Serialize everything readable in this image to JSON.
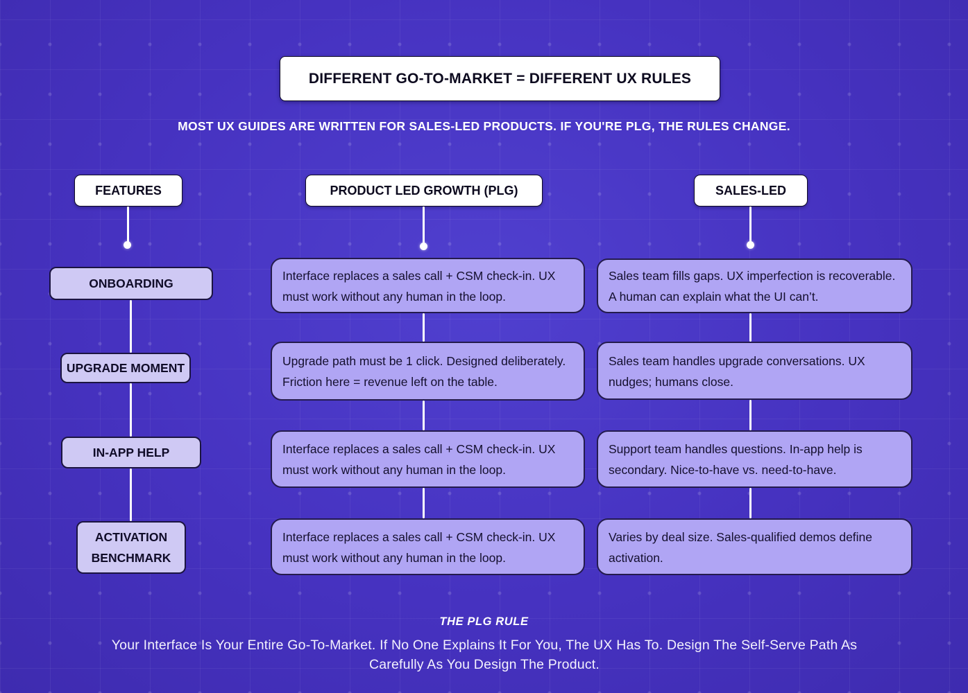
{
  "title": "DIFFERENT GO-TO-MARKET = DIFFERENT UX RULES",
  "subtitle": "MOST UX GUIDES ARE WRITTEN FOR SALES-LED PRODUCTS. IF YOU'RE PLG, THE RULES CHANGE.",
  "columns": {
    "features_header": "FEATURES",
    "plg_header": "PRODUCT LED GROWTH (PLG)",
    "sales_header": "SALES-LED"
  },
  "rows": [
    {
      "feature": "ONBOARDING",
      "plg": "Interface replaces a sales call + CSM check-in. UX must work without any human in the loop.",
      "sales": "Sales team fills gaps. UX imperfection is recoverable. A human can explain what the UI can’t."
    },
    {
      "feature": "UPGRADE MOMENT",
      "plg": "Upgrade path must be 1 click. Designed deliberately. Friction here = revenue left on the table.",
      "sales": "Sales team handles upgrade conversations. UX nudges; humans close."
    },
    {
      "feature": "IN-APP HELP",
      "plg": "Interface replaces a sales call + CSM check-in. UX must work without any human in the loop.",
      "sales": "Support team handles questions. In-app help is secondary. Nice-to-have vs. need-to-have."
    },
    {
      "feature": "ACTIVATION BENCHMARK",
      "plg": "Interface replaces a sales call + CSM check-in. UX must work without any human in the loop.",
      "sales": "Varies by deal size. Sales-qualified demos define activation."
    }
  ],
  "footer": {
    "label": "THE PLG RULE",
    "text": "Your Interface Is Your Entire Go-To-Market. If No One Explains It For You, The UX Has To. Design The Self-Serve Path As Carefully As You Design The Product."
  },
  "colors": {
    "background": "#4632c0",
    "card_light": "#cfc9f4",
    "card_medium": "#b0a5f4",
    "header_bg": "#ffffff",
    "text_dark": "#15102f",
    "text_light": "#ffffff"
  }
}
